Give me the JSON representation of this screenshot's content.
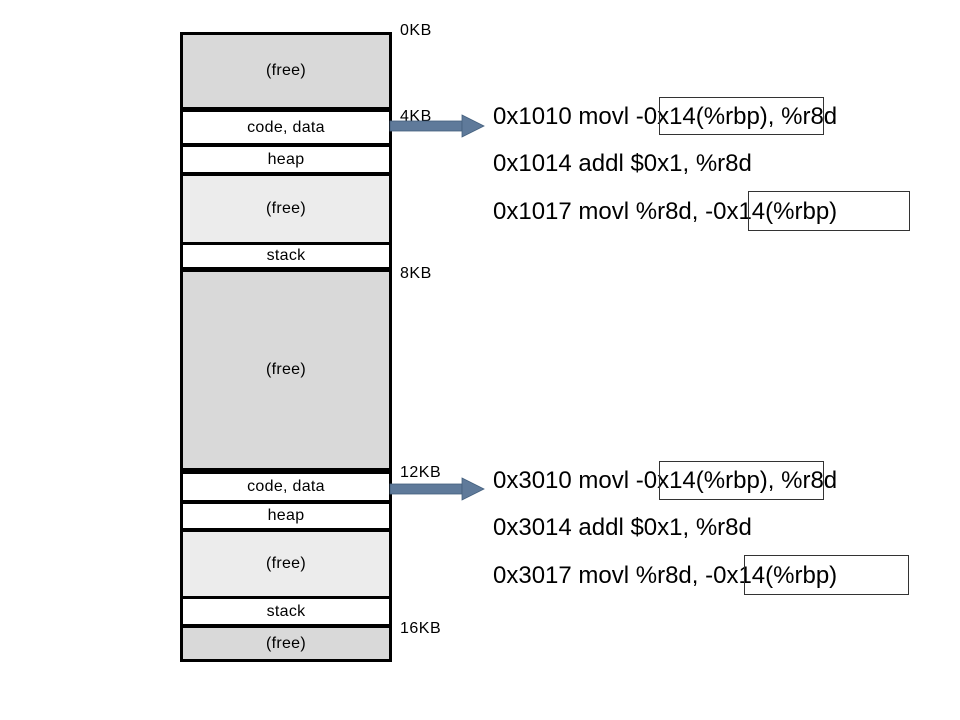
{
  "segments": [
    {
      "label": "(free)",
      "kind": "free-dark"
    },
    {
      "label": "code, data",
      "kind": "used"
    },
    {
      "label": "heap",
      "kind": "used"
    },
    {
      "label": "(free)",
      "kind": "free-light"
    },
    {
      "label": "stack",
      "kind": "used"
    },
    {
      "label": "(free)",
      "kind": "free-dark"
    },
    {
      "label": "code, data",
      "kind": "used"
    },
    {
      "label": "heap",
      "kind": "used"
    },
    {
      "label": "(free)",
      "kind": "free-light"
    },
    {
      "label": "stack",
      "kind": "used"
    },
    {
      "label": "(free)",
      "kind": "free-dark"
    }
  ],
  "addresses": [
    "0KB",
    "4KB",
    "8KB",
    "12KB",
    "16KB"
  ],
  "code_blocks": [
    {
      "lines": [
        "0x1010 movl -0x14(%rbp), %r8d",
        "0x1014 addl $0x1, %r8d",
        "0x1017 movl %r8d, -0x14(%rbp)"
      ]
    },
    {
      "lines": [
        "0x3010 movl -0x14(%rbp), %r8d",
        "0x3014 addl $0x1, %r8d",
        "0x3017 movl %r8d, -0x14(%rbp)"
      ]
    }
  ],
  "colors": {
    "free_dark": "#d9d9d9",
    "free_light": "#ececec",
    "used": "#ffffff",
    "arrow": "#5f7a9a"
  }
}
